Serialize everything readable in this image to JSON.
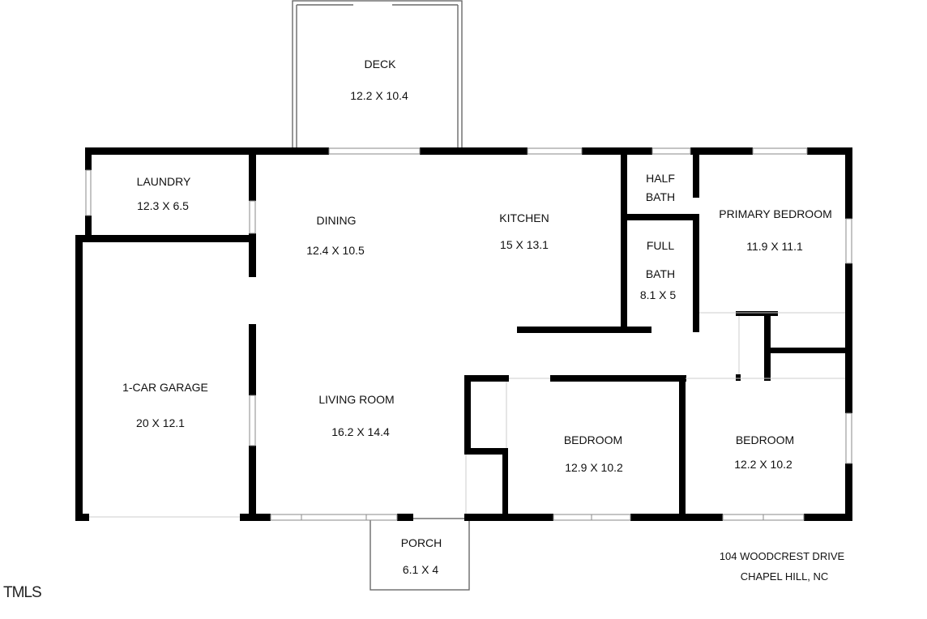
{
  "rooms": {
    "deck": {
      "name": "DECK",
      "dims": "12.2 X 10.4"
    },
    "laundry": {
      "name": "LAUNDRY",
      "dims": "12.3 X 6.5"
    },
    "dining": {
      "name": "DINING",
      "dims": "12.4 X 10.5"
    },
    "kitchen": {
      "name": "KITCHEN",
      "dims": "15 X 13.1"
    },
    "half_bath": {
      "name_line1": "HALF",
      "name_line2": "BATH"
    },
    "full_bath": {
      "name_line1": "FULL",
      "name_line2": "BATH",
      "dims": "8.1 X 5"
    },
    "primary_bedroom": {
      "name": "PRIMARY BEDROOM",
      "dims": "11.9 X 11.1"
    },
    "garage": {
      "name": "1-CAR GARAGE",
      "dims": "20 X 12.1"
    },
    "living_room": {
      "name": "LIVING ROOM",
      "dims": "16.2 X 14.4"
    },
    "bedroom_2": {
      "name": "BEDROOM",
      "dims": "12.9 X 10.2"
    },
    "bedroom_3": {
      "name": "BEDROOM",
      "dims": "12.2 X 10.2"
    },
    "porch": {
      "name": "PORCH",
      "dims": "6.1 X 4"
    }
  },
  "address": {
    "line1": "104 WOODCREST DRIVE",
    "line2": "CHAPEL HILL, NC"
  },
  "watermark": "TMLS",
  "colors": {
    "wall": "#000000",
    "background": "#ffffff",
    "window": "#8a8a8a"
  }
}
